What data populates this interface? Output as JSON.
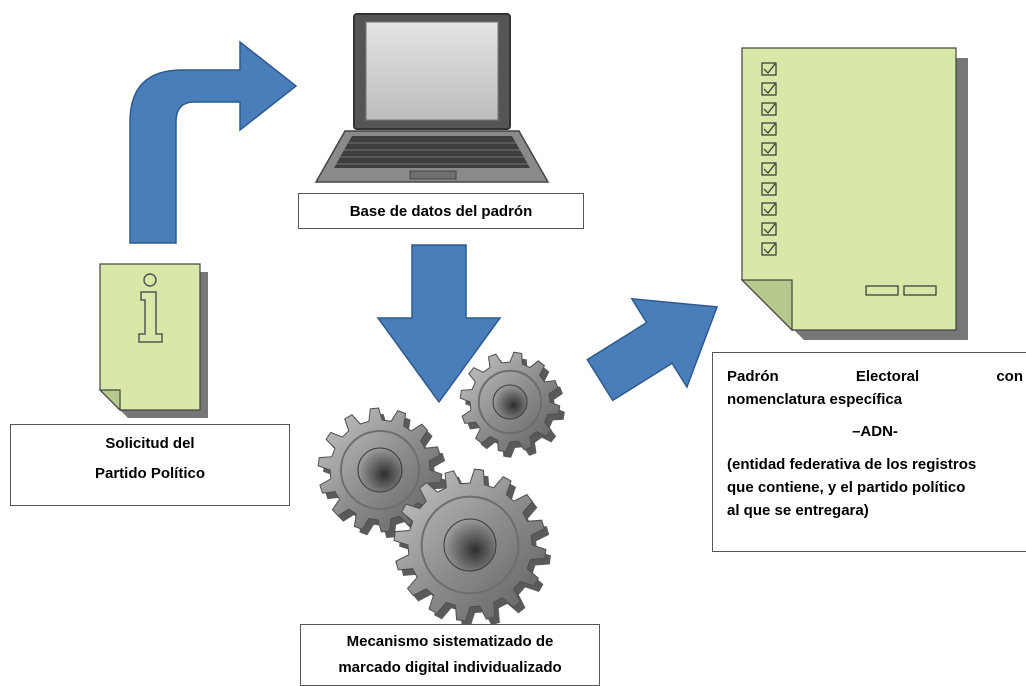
{
  "nodes": {
    "request": {
      "line1": "Solicitud del",
      "line2": "Partido Político"
    },
    "database": {
      "label": "Base de datos del padrón"
    },
    "mechanism": {
      "line1": "Mecanismo sistematizado de",
      "line2": "marcado digital individualizado"
    },
    "registry": {
      "title_word1": "Padrón",
      "title_word2": "Electoral",
      "title_word3": "con",
      "title_line2": "nomenclatura específica",
      "code": "–ADN-",
      "note_line1": "(entidad federativa de los registros",
      "note_line2": "que contiene, y el partido político",
      "note_line3": "al que se entregara)"
    }
  },
  "colors": {
    "arrow": "#4a7ebb",
    "arrow_stroke": "#2c5a8e",
    "document": "#d7e8a8",
    "gear": "#8c8c8c",
    "shadow": "#777777"
  }
}
